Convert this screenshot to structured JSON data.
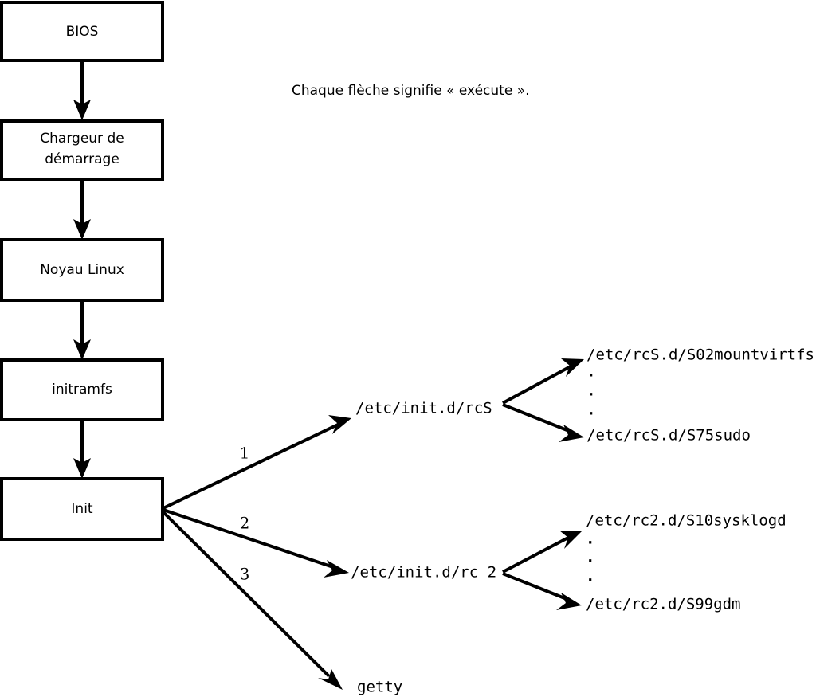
{
  "caption": {
    "text": "Chaque flèche signifie « exécute »."
  },
  "boot_chain": {
    "boxes": [
      {
        "label": "BIOS",
        "line1": "BIOS",
        "line2": ""
      },
      {
        "label": "Chargeur de démarrage",
        "line1": "Chargeur de",
        "line2": "démarrage"
      },
      {
        "label": "Noyau Linux",
        "line1": "Noyau Linux",
        "line2": ""
      },
      {
        "label": "initramfs",
        "line1": "initramfs",
        "line2": ""
      },
      {
        "label": "Init",
        "line1": "Init",
        "line2": ""
      }
    ]
  },
  "init_branches": [
    {
      "number": "1",
      "target": "/etc/init.d/rcS"
    },
    {
      "number": "2",
      "target": "/etc/init.d/rc 2"
    },
    {
      "number": "3",
      "target": "getty"
    }
  ],
  "rcs_scripts": {
    "first": "/etc/rcS.d/S02mountvirtfs",
    "last": "/etc/rcS.d/S75sudo",
    "ellipsis": "·"
  },
  "rc2_scripts": {
    "first": "/etc/rc2.d/S10sysklogd",
    "last": "/etc/rc2.d/S99gdm",
    "ellipsis": "·"
  },
  "colors": {
    "stroke": "#000000",
    "fill": "#ffffff",
    "background": "#ffffff"
  }
}
